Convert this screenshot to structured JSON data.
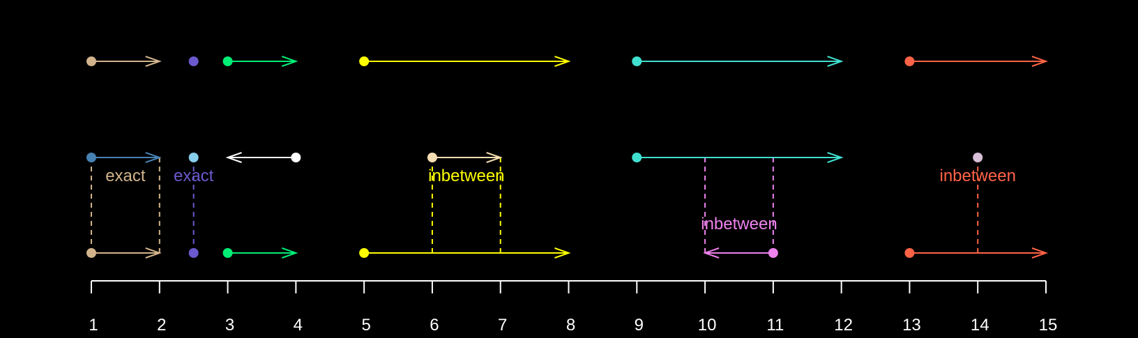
{
  "chart_data": {
    "type": "interval_matching",
    "xlim": [
      1,
      15
    ],
    "x_ticks": [
      1,
      2,
      3,
      4,
      5,
      6,
      7,
      8,
      9,
      10,
      11,
      12,
      13,
      14,
      15
    ],
    "x_tick_labels": [
      "1",
      "2",
      "3",
      "4",
      "5",
      "6",
      "7",
      "8",
      "9",
      "10",
      "11",
      "12",
      "13",
      "14",
      "15"
    ],
    "background": "#000000",
    "axis_color": "#FFFFFF",
    "rows": {
      "top": [
        {
          "start": 1,
          "end": 2,
          "color": "#D2B48C"
        },
        {
          "start": 2.5,
          "end": 2.5,
          "color": "#6A5ACD"
        },
        {
          "start": 3,
          "end": 4,
          "color": "#00EE76"
        },
        {
          "start": 5,
          "end": 8,
          "color": "#FFFF00"
        },
        {
          "start": 9,
          "end": 12,
          "color": "#40E0D0"
        },
        {
          "start": 13,
          "end": 15,
          "color": "#FF6347"
        }
      ],
      "middle": [
        {
          "start": 1,
          "end": 2,
          "color": "#4682B4"
        },
        {
          "start": 2.5,
          "end": 2.5,
          "color": "#87CEEB"
        },
        {
          "start": 4,
          "end": 3,
          "color": "#FFFFFF"
        },
        {
          "start": 6,
          "end": 7,
          "color": "#F5DEB3"
        },
        {
          "start": 9,
          "end": 12,
          "color": "#40E0D0"
        },
        {
          "start": 14,
          "end": 14,
          "color": "#D8BFD8"
        }
      ],
      "bottom": [
        {
          "start": 1,
          "end": 2,
          "color": "#D2B48C"
        },
        {
          "start": 2.5,
          "end": 2.5,
          "color": "#6A5ACD"
        },
        {
          "start": 3,
          "end": 4,
          "color": "#00EE76"
        },
        {
          "start": 5,
          "end": 8,
          "color": "#FFFF00"
        },
        {
          "start": 11,
          "end": 10,
          "color": "#EE82EE"
        },
        {
          "start": 13,
          "end": 15,
          "color": "#FF6347"
        }
      ]
    },
    "match_links": [
      {
        "x": [
          1,
          2
        ],
        "from_row": "middle",
        "to_row": "bottom",
        "color": "#D2B48C"
      },
      {
        "x": [
          2.5
        ],
        "from_row": "middle",
        "to_row": "bottom",
        "color": "#6A5ACD"
      },
      {
        "x": [
          6,
          7
        ],
        "from_row": "middle",
        "to_row": "bottom",
        "color": "#FFFF00"
      },
      {
        "x": [
          10,
          11
        ],
        "from_row": "middle",
        "to_row": "bottom",
        "color": "#EE82EE"
      },
      {
        "x": [
          14
        ],
        "from_row": "middle",
        "to_row": "bottom",
        "color": "#FF6347"
      }
    ],
    "annotations": [
      {
        "text": "exact",
        "x": 1.5,
        "row": "middle",
        "color": "#D2B48C"
      },
      {
        "text": "exact",
        "x": 2.5,
        "row": "middle",
        "color": "#6A5ACD"
      },
      {
        "text": "inbetween",
        "x": 6.5,
        "row": "middle",
        "color": "#FFFF00"
      },
      {
        "text": "inbetween",
        "x": 10.5,
        "row": "bottom",
        "color": "#EE82EE"
      },
      {
        "text": "inbetween",
        "x": 14,
        "row": "middle",
        "color": "#FF6347"
      }
    ]
  }
}
